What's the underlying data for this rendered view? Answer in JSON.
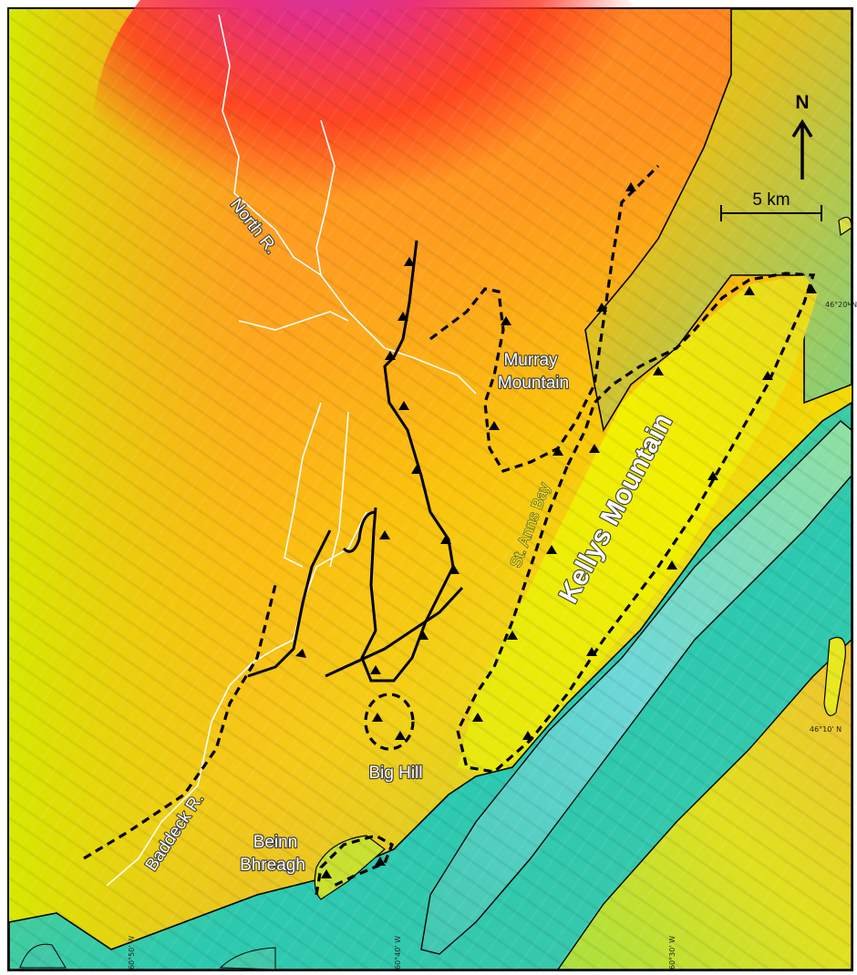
{
  "map": {
    "places": {
      "north_river": "North R.",
      "murray_line1": "Murray",
      "murray_line2": "Mountain",
      "st_anns_bay": "St. Anns Bay",
      "kellys_mountain": "Kellys Mountain",
      "big_hill": "Big Hill",
      "beinn_line1": "Beinn",
      "beinn_line2": "Bhreagh",
      "baddeck_river": "Baddeck R."
    },
    "north_arrow": {
      "label": "N"
    },
    "scale_bar": {
      "label": "5 km"
    },
    "coordinates": {
      "lat_46_20": "46°20' N",
      "lat_46_10": "46°10' N",
      "lon_60_50": "60°50' W",
      "lon_60_40": "60°40' W",
      "lon_60_30": "60°30' W"
    },
    "colors": {
      "high_elevation": "#c236c8",
      "upper_mid": "#ff3322",
      "mid": "#ffb020",
      "low_land": "#f2f000",
      "lowland_green": "#b8e030",
      "water": "#2cc9b0",
      "deep_water": "#6ed8d8"
    }
  }
}
